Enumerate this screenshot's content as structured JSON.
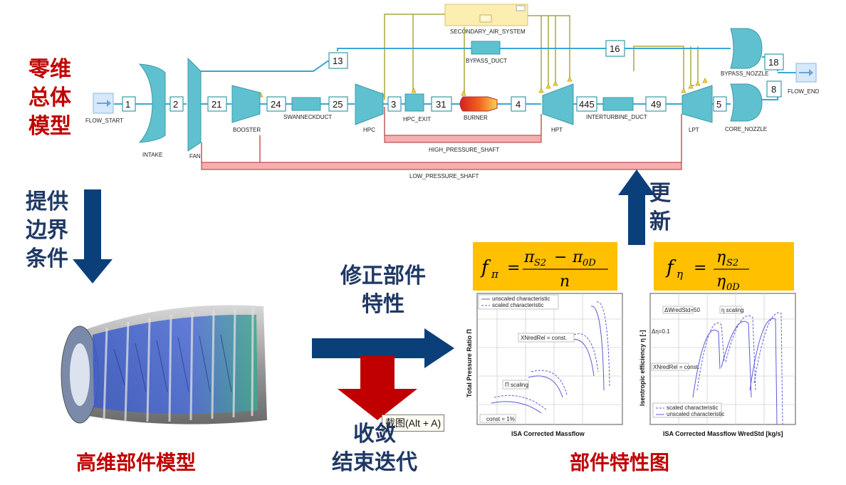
{
  "left_labels": {
    "zero_dim": [
      "零维",
      "总体",
      "模型"
    ],
    "provide": [
      "提供",
      "边界",
      "条件"
    ],
    "high_dim": "高维部件模型"
  },
  "middle_labels": {
    "modify": [
      "修正部件",
      "特性"
    ],
    "converge": [
      "收敛",
      "结束迭代"
    ]
  },
  "right_labels": {
    "update": [
      "更",
      "新"
    ],
    "component_map": "部件特性图"
  },
  "tooltip": "截图(Alt + A)",
  "engine_diagram": {
    "stations": [
      "1",
      "2",
      "21",
      "24",
      "25",
      "3",
      "31",
      "4",
      "445",
      "49",
      "5",
      "13",
      "16",
      "18",
      "8"
    ],
    "components": {
      "flow_start": "FLOW_START",
      "intake": "INTAKE",
      "fan": "FAN",
      "booster": "BOOSTER",
      "swanneck": "SWANNECKDUCT",
      "hpc": "HPC",
      "hpc_exit": "HPC_EXIT",
      "burner": "BURNER",
      "hpt": "HPT",
      "interturbine": "INTERTURBINE_DUCT",
      "lpt": "LPT",
      "core_nozzle": "CORE_NOZZLE",
      "bypass_nozzle": "BYPASS_NOZZLE",
      "bypass_duct": "BYPASS_DUCT",
      "flow_end": "FLOW_END",
      "secondary_air": "SECONDARY_AIR_SYSTEM",
      "hp_shaft": "HIGH_PRESSURE_SHAFT",
      "lp_shaft": "LOW_PRESSURE_SHAFT"
    }
  },
  "formulas": {
    "f_pi": {
      "lhs": "f",
      "lhs_sub": "π",
      "num": "π",
      "num_sub": "S2",
      "minus": "−",
      "num2": "π",
      "num2_sub": "0D",
      "den": "n"
    },
    "f_eta": {
      "lhs": "f",
      "lhs_sub": "η",
      "num": "η",
      "num_sub": "S2",
      "den": "η",
      "den_sub": "0D"
    }
  },
  "chart_left": {
    "legend": [
      "unscaled characteristic",
      "scaled characteristic"
    ],
    "annotations": [
      "XNredRel = const.",
      "Π scaling",
      "const = 1%"
    ],
    "ylabel": "Total Pressure Ratio Π",
    "xlabel": "ISA Corrected Massflow"
  },
  "chart_right": {
    "legend": [
      "scaled characteristic",
      "unscaled characteristic"
    ],
    "annotations": [
      "ΔWredStd=50",
      "η scaling",
      "Δη=0.1",
      "XNredRel = const."
    ],
    "ylabel": "Isentropic efficiency η [-]",
    "xlabel": "ISA Corrected Massflow WredStd [kg/s]"
  },
  "colors": {
    "red_text": "#c00000",
    "blue_text": "#1f3864",
    "arrow_blue": "#0b3f7a",
    "arrow_red": "#c00000",
    "formula_bg": "#ffc000",
    "component_teal": "#5fc1cf",
    "flow_line": "#3aa7d6",
    "shaft_red": "#e5777a"
  }
}
